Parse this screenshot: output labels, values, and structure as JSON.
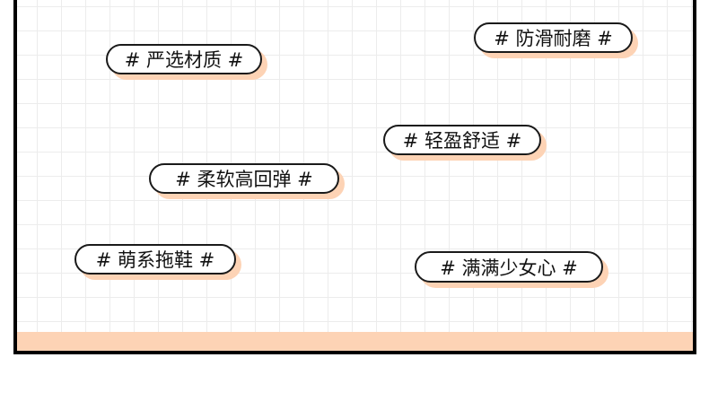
{
  "tags": [
    {
      "label": "# 严选材质 #"
    },
    {
      "label": "# 防滑耐磨 #"
    },
    {
      "label": "# 轻盈舒适 #"
    },
    {
      "label": "# 柔软高回弹 #"
    },
    {
      "label": "# 萌系拖鞋 #"
    },
    {
      "label": "# 满满少女心 #"
    }
  ],
  "colors": {
    "accent": "#fdd3b5",
    "border": "#000000",
    "grid": "#ececec"
  }
}
